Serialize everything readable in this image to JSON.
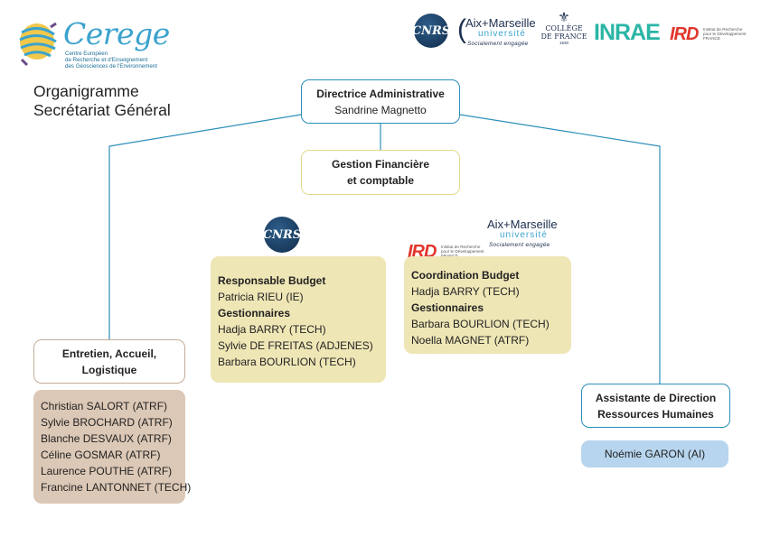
{
  "logos": {
    "cerege": {
      "name": "Cerege",
      "subtitle_lines": [
        "Centre Européen",
        "de Recherche et d'Enseignement",
        "des Géosciences de l'Environnement"
      ]
    },
    "cnrs": "CNRS",
    "amu": {
      "name": "Aix+Marseille",
      "university": "université",
      "tagline": "Socialement engagée"
    },
    "college_de_france": {
      "line1": "COLLÈGE",
      "line2": "DE FRANCE",
      "year": "1530"
    },
    "inrae": "INRAE",
    "ird": {
      "name": "IRD",
      "desc_lines": [
        "Institut de Recherche",
        "pour le Développement",
        "FRANCE"
      ]
    }
  },
  "title": {
    "line1": "Organigramme",
    "line2": "Secrétariat Général"
  },
  "org": {
    "director": {
      "role": "Directrice Administrative",
      "name": "Sandrine Magnetto"
    },
    "finance": {
      "line1": "Gestion Financière",
      "line2": "et comptable"
    },
    "cnrs_team": {
      "budget_label": "Responsable Budget",
      "budget_person": "Patricia RIEU (IE)",
      "managers_label": "Gestionnaires",
      "managers": [
        "Hadja BARRY (TECH)",
        "Sylvie DE FREITAS (ADJENES)",
        "Barbara BOURLION (TECH)"
      ]
    },
    "ird_amu_team": {
      "coord_label": "Coordination Budget",
      "coord_person": "Hadja BARRY (TECH)",
      "managers_label": "Gestionnaires",
      "managers": [
        "Barbara BOURLION (TECH)",
        "Noella MAGNET (ATRF)"
      ]
    },
    "logistics": {
      "line1": "Entretien, Accueil,",
      "line2": "Logistique",
      "staff": [
        "Christian SALORT (ATRF)",
        "Sylvie BROCHARD (ATRF)",
        "Blanche DESVAUX (ATRF)",
        "Céline GOSMAR (ATRF)",
        "Laurence POUTHE (ATRF)",
        "Francine LANTONNET (TECH)"
      ]
    },
    "hr": {
      "line1": "Assistante de Direction",
      "line2": "Ressources Humaines",
      "staff": "Noémie GARON (AI)"
    }
  },
  "colors": {
    "connector": "#2a8fb9",
    "yellow_panel": "#efe6b6",
    "brown_panel": "#dcc8b6",
    "blue_panel": "#b7d5ee",
    "cerege_blue": "#3ba3cd",
    "inrae_green": "#2bb5a6",
    "ird_red": "#e2362d"
  }
}
